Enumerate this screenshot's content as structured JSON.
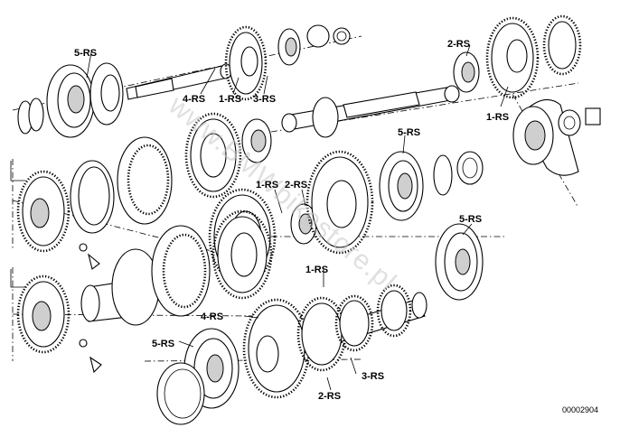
{
  "labels": {
    "rs1": "1-RS",
    "rs2": "2-RS",
    "rs3": "3-RS",
    "rs4": "4-RS",
    "rs5": "5-RS"
  },
  "figure_number": "00002904",
  "watermark": "www.BMWbikestore.pl"
}
